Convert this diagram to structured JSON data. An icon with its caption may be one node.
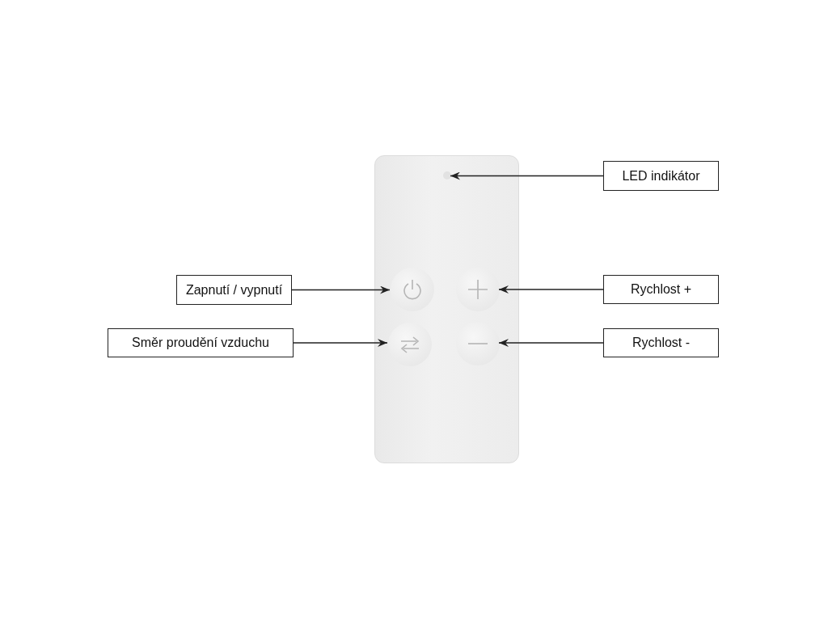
{
  "diagram": {
    "nodes": [
      {
        "text": [],
        "shape": "box"
      },
      {
        "text": [],
        "shape": "circle",
        "in": 0
      },
      {
        "text": [],
        "shape": "circle",
        "in": 0
      },
      {
        "text": [],
        "shape": "circle",
        "in": 0
      },
      {
        "text": [],
        "shape": "circle",
        "in": 0
      },
      {
        "text": [],
        "shape": "circle",
        "in": 0
      },
      {
        "text": [
          "LED indikátor"
        ]
      },
      {
        "text": [
          "Zapnutí / vypnutí"
        ]
      },
      {
        "text": [
          "Rychlost +"
        ]
      },
      {
        "text": [
          "Směr proudění vzduchu"
        ]
      },
      {
        "text": [
          "Rychlost -"
        ]
      }
    ],
    "edges": [
      {
        "from": 6,
        "to": 1,
        "arrow": "to"
      },
      {
        "from": 7,
        "to": 2,
        "arrow": "to"
      },
      {
        "from": 8,
        "to": 3,
        "arrow": "to"
      },
      {
        "from": 9,
        "to": 4,
        "arrow": "to"
      },
      {
        "from": 10,
        "to": 5,
        "arrow": "to"
      }
    ]
  }
}
